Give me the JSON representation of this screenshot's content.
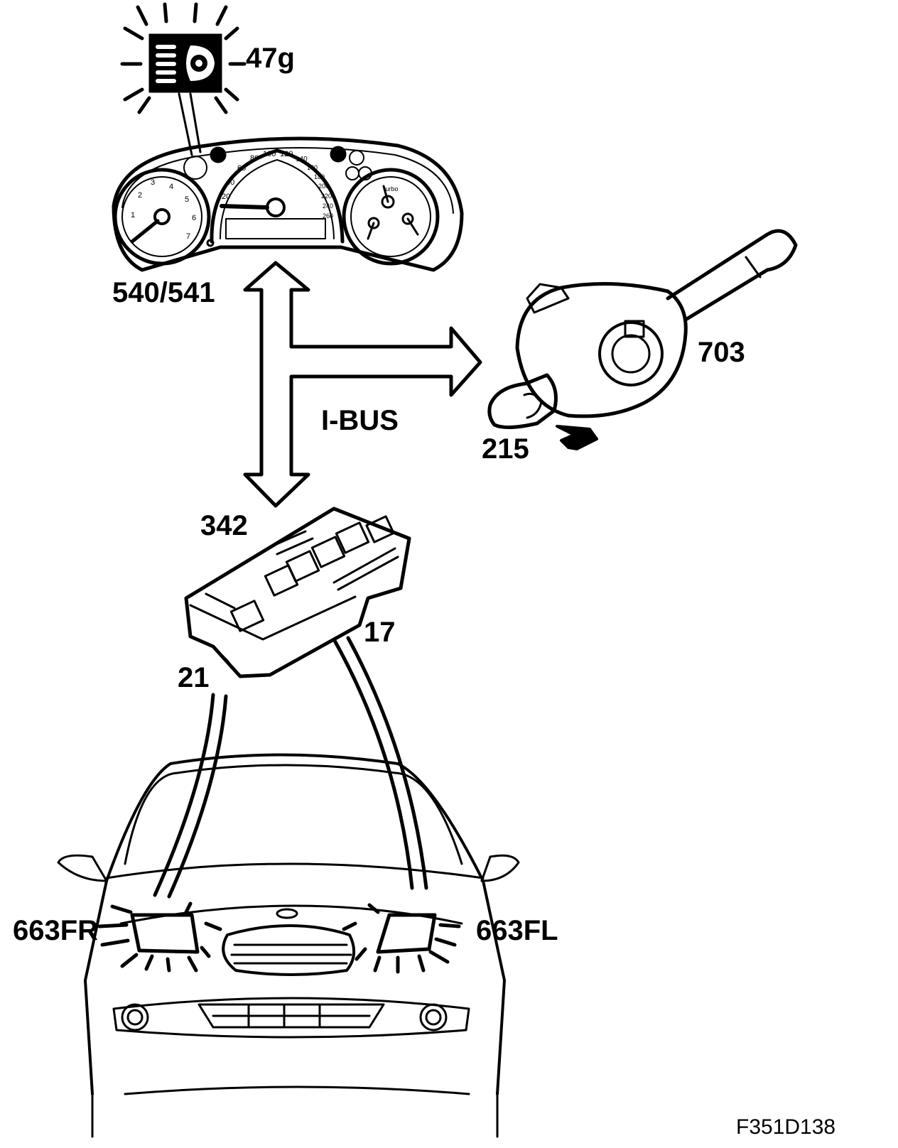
{
  "figure_id": "F351D138",
  "labels": {
    "warning_lamp": "47g",
    "instrument_cluster": "540/541",
    "combination_switch": "703",
    "light_switch": "215",
    "bus": "I-BUS",
    "fuse_box": "342",
    "pin_left": "21",
    "pin_right": "17",
    "headlamp_right": "663FR",
    "headlamp_left": "663FL"
  },
  "gauges": {
    "tach_ticks": [
      "1",
      "2",
      "3",
      "4",
      "5",
      "6",
      "7"
    ],
    "speed_ticks": [
      "20",
      "40",
      "60",
      "80",
      "100",
      "120",
      "140",
      "160",
      "180",
      "200",
      "220",
      "240",
      "260"
    ],
    "right_gauge_label": "turbo"
  }
}
